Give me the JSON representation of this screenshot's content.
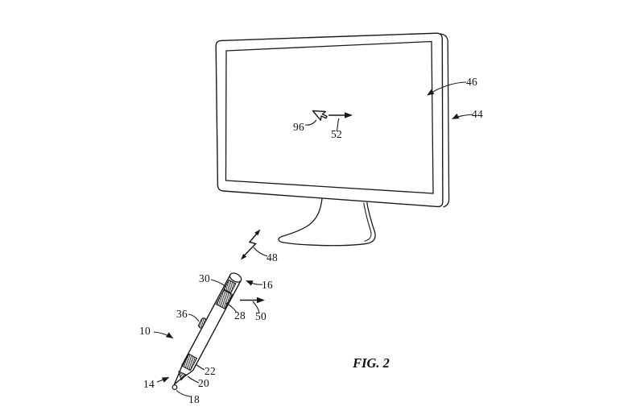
{
  "figure": {
    "caption": "FIG. 2",
    "labels": {
      "l10": "10",
      "l14": "14",
      "l16": "16",
      "l18": "18",
      "l20": "20",
      "l22": "22",
      "l28": "28",
      "l30": "30",
      "l36": "36",
      "l44": "44",
      "l46": "46",
      "l48": "48",
      "l50": "50",
      "l52": "52",
      "l96": "96"
    },
    "icons": {
      "display": "monitor-outline",
      "pointer": "mouse-cursor-icon",
      "screen_motion": "right-arrow",
      "wireless_link": "lightning-bolt-double-arrow",
      "input_device": "stylus-pen",
      "stylus_motion": "right-arrow"
    },
    "colors": {
      "line": "#1a1a1a",
      "background": "#ffffff"
    }
  }
}
